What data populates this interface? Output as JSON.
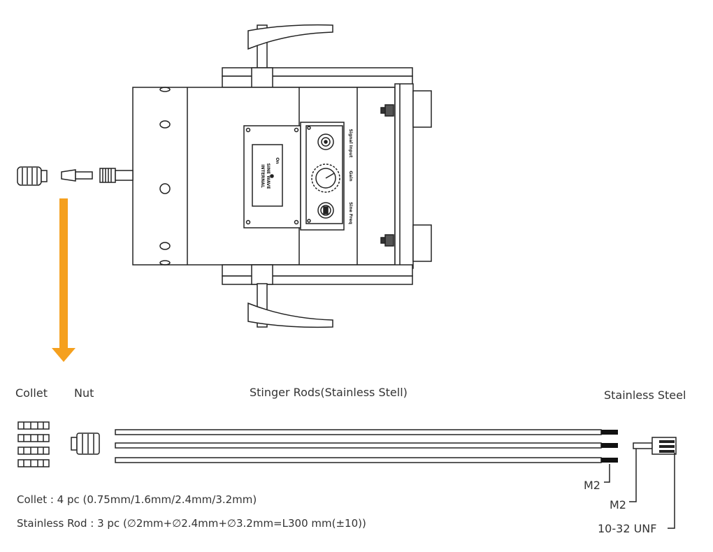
{
  "colors": {
    "arrow": "#f5a01e",
    "line": "#222222",
    "rod_tip": "#111111"
  },
  "panel": {
    "line1": "INTERNAL",
    "line2": "SINE WAVE",
    "line3": "On",
    "sine_freq": "Sine Freq",
    "gain": "Gain",
    "signal_input": "Signal Input"
  },
  "labels": {
    "collet": "Collet",
    "nut": "Nut",
    "rods": "Stinger Rods(Stainless Stell)",
    "stainless": "Stainless Steel",
    "m2_a": "M2",
    "m2_b": "M2",
    "unf": "10-32 UNF"
  },
  "notes": {
    "collet": "Collet : 4 pc (0.75mm/1.6mm/2.4mm/3.2mm)",
    "rod": "Stainless Rod : 3 pc (∅2mm+∅2.4mm+∅3.2mm=L300 mm(±10))"
  }
}
